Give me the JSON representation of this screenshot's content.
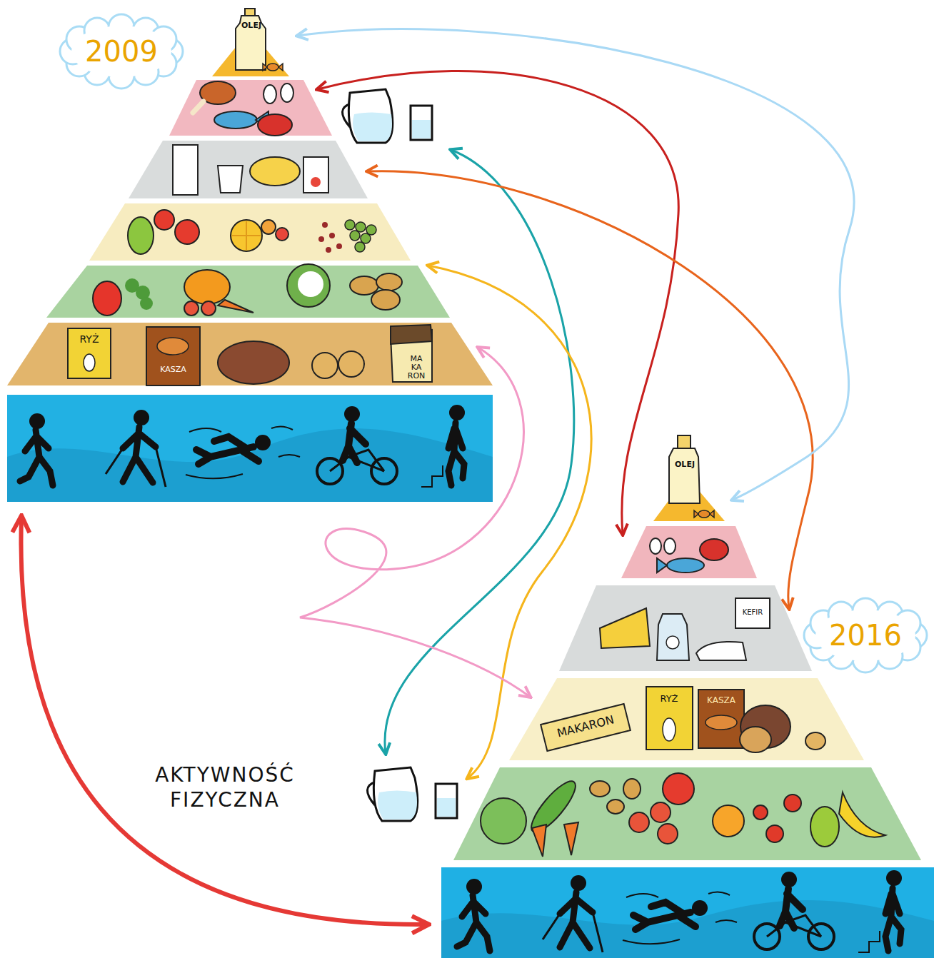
{
  "diagram": {
    "nodes": [
      {
        "text": [
          "2009"
        ]
      },
      {
        "text": [
          "OLEJ"
        ],
        "in": 0
      },
      {
        "text": [
          "RYŻ",
          "KASZA",
          "MA KA RON"
        ],
        "in": 0
      },
      {
        "text": [
          "2016"
        ]
      },
      {
        "text": [
          "OLEJ"
        ],
        "in": 3
      },
      {
        "text": [
          "KEFIR"
        ],
        "in": 3
      },
      {
        "text": [
          "MAKARON",
          "RYŻ",
          "KASZA"
        ],
        "in": 3
      }
    ],
    "edges": [
      {
        "from": 1,
        "to": 4,
        "arrow": "both"
      },
      {
        "from": 2,
        "to": 6,
        "arrow": "both"
      }
    ],
    "labels": [
      "AKTYWNOŚĆ FIZYCZNA"
    ]
  }
}
